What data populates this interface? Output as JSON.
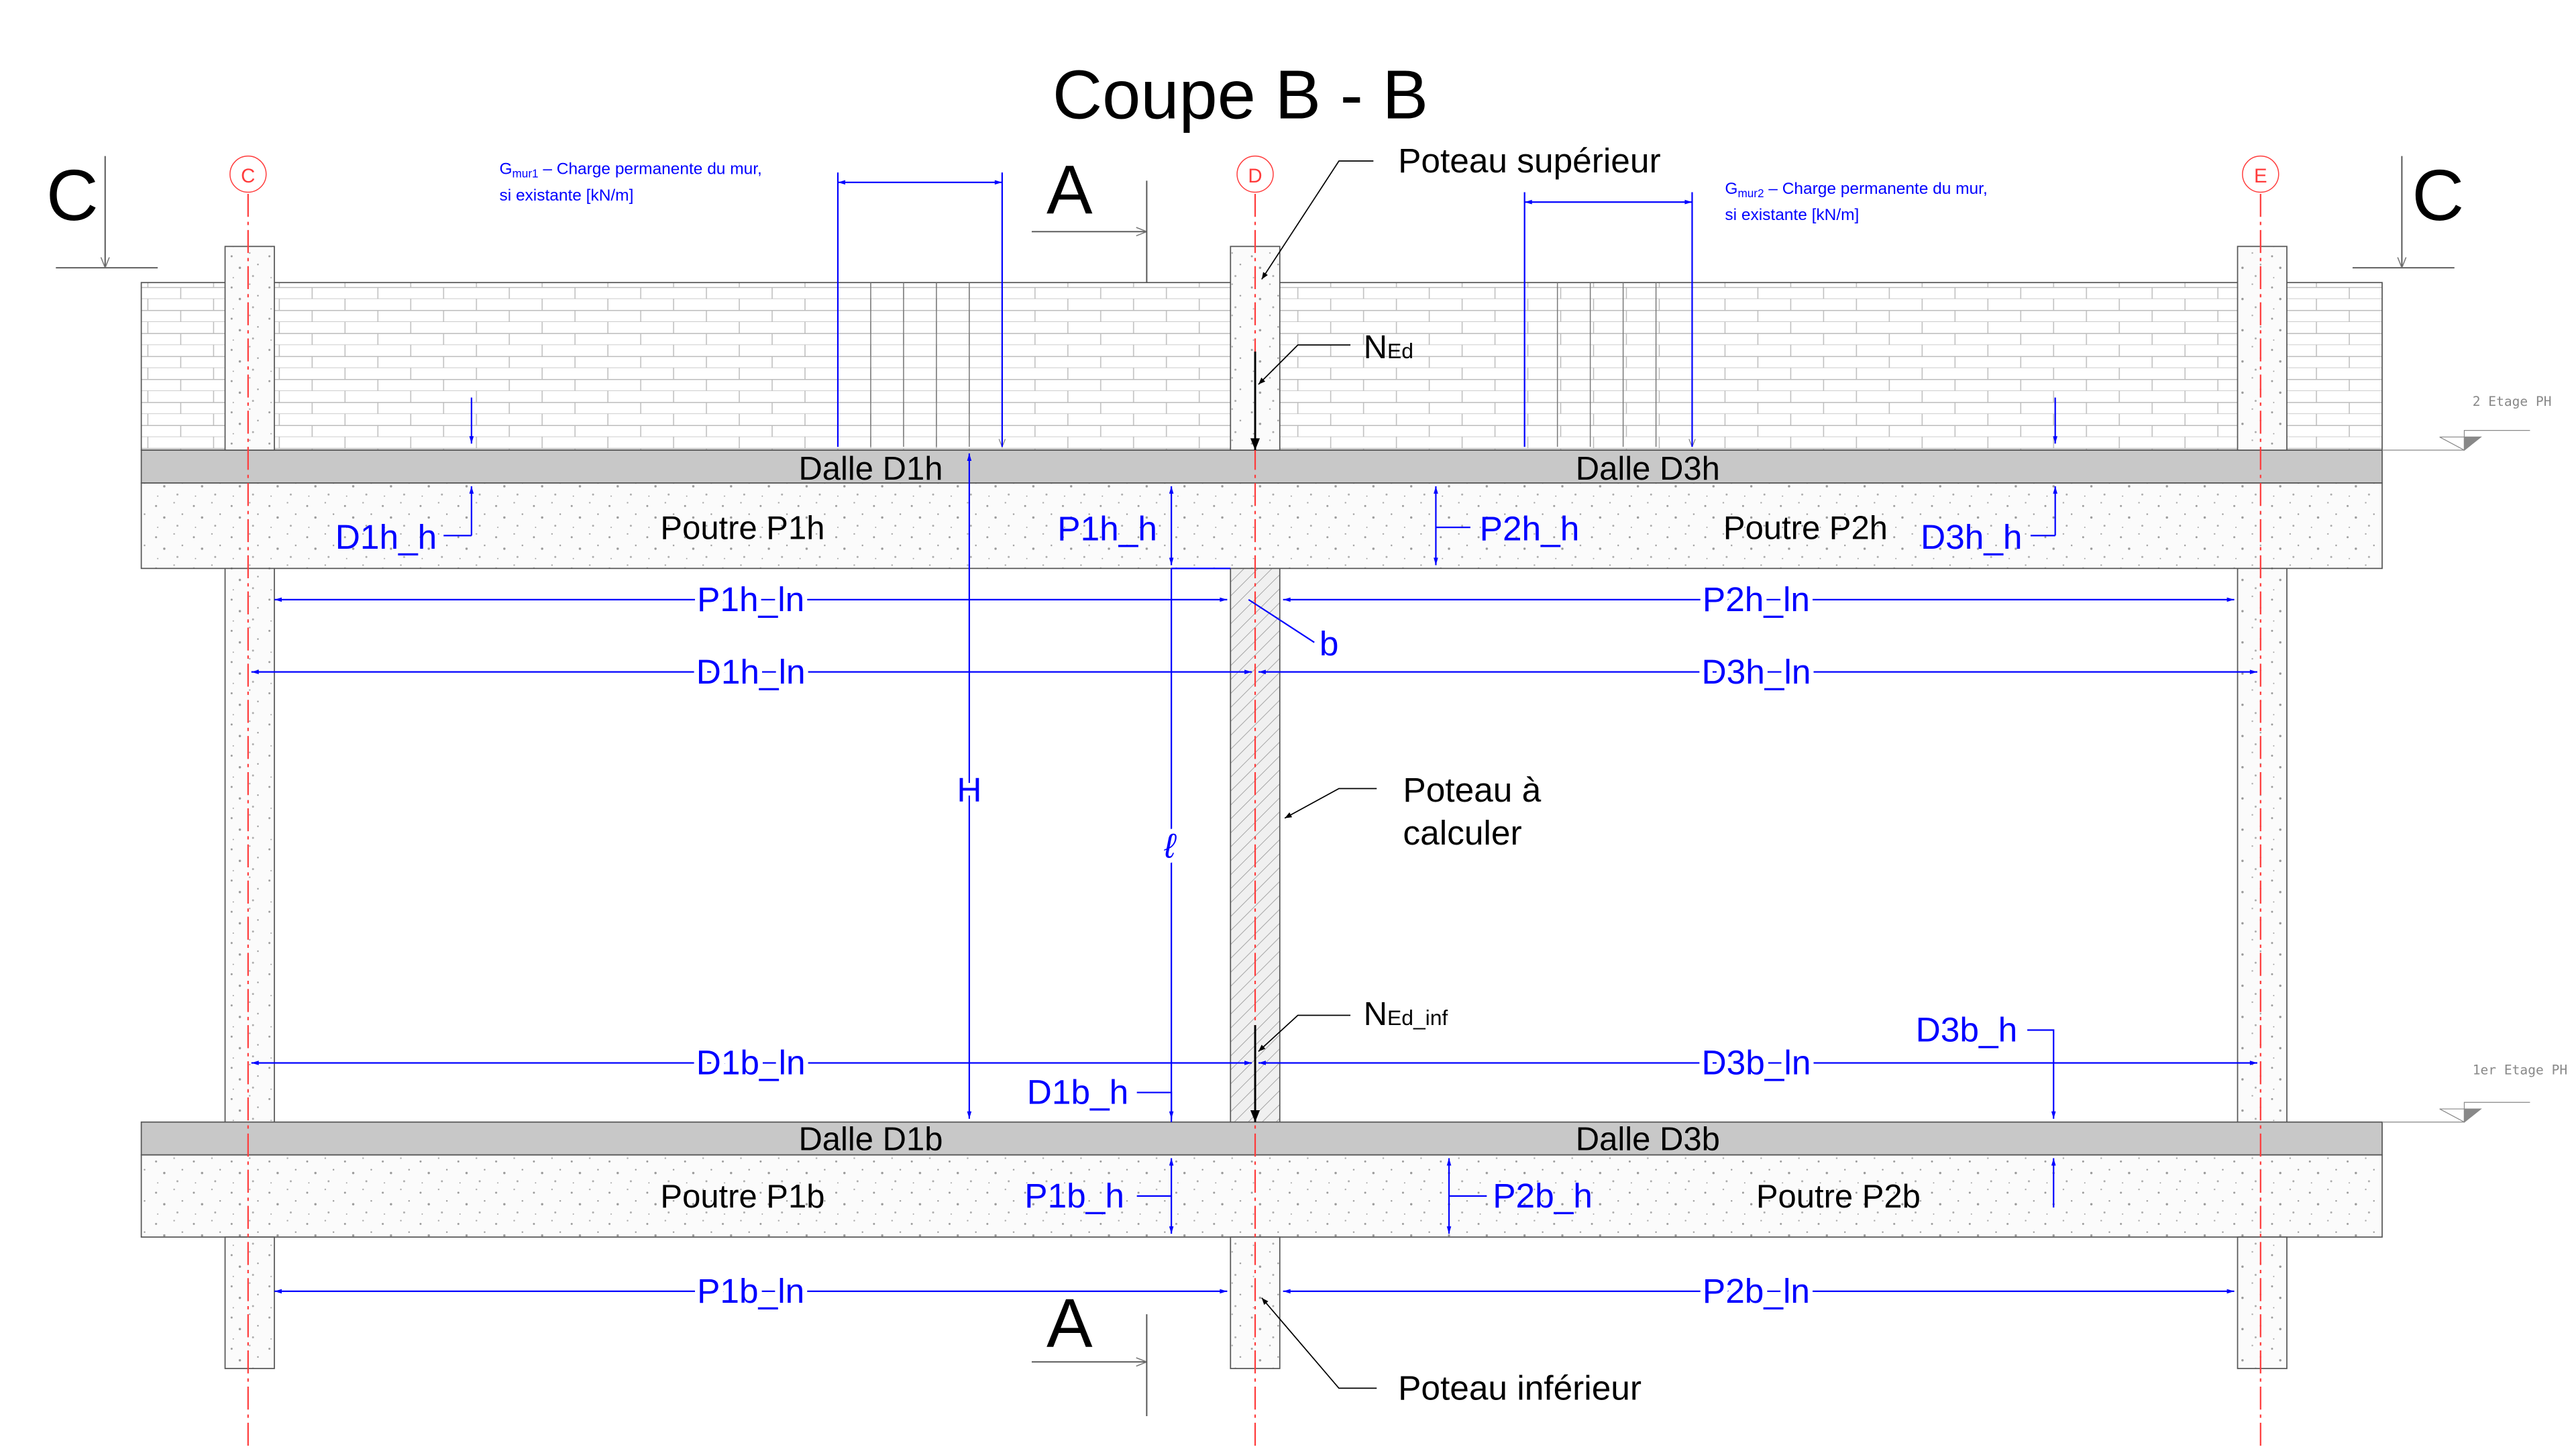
{
  "title": "Coupe B - B",
  "axes": [
    "C",
    "D",
    "E"
  ],
  "section_marks": {
    "c_left": "C",
    "c_right": "C",
    "a_top": "A",
    "a_bottom": "A"
  },
  "levels": {
    "upper": "2 Etage PH",
    "lower": "1er Etage PH"
  },
  "wall_loads": {
    "g1_symbol": "G",
    "g1_sub": "mur1",
    "g1_text": " – Charge permanente du mur,",
    "g1_line2": "si existante [kN/m]",
    "g2_symbol": "G",
    "g2_sub": "mur2",
    "g2_text": " – Charge permanente du mur,",
    "g2_line2": "si existante [kN/m]"
  },
  "callouts": {
    "poteau_sup": "Poteau supérieur",
    "poteau_calc_1": "Poteau à",
    "poteau_calc_2": "calculer",
    "poteau_inf": "Poteau inférieur",
    "ned": "N",
    "ned_sub": "Ed",
    "ned_inf": "N",
    "ned_inf_sub": "Ed_inf"
  },
  "elements": {
    "dalle_d1h": "Dalle D1h",
    "dalle_d3h": "Dalle D3h",
    "poutre_p1h": "Poutre P1h",
    "poutre_p2h": "Poutre P2h",
    "dalle_d1b": "Dalle D1b",
    "dalle_d3b": "Dalle D3b",
    "poutre_p1b": "Poutre P1b",
    "poutre_p2b": "Poutre P2b"
  },
  "dimensions": {
    "d1h_h": "D1h_h",
    "p1h_h": "P1h_h",
    "p2h_h": "P2h_h",
    "d3h_h": "D3h_h",
    "p1h_ln": "P1h_ln",
    "p2h_ln": "P2h_ln",
    "b": "b",
    "d1h_ln": "D1h_ln",
    "d3h_ln": "D3h_ln",
    "H": "H",
    "l": "ℓ",
    "d1b_ln": "D1b_ln",
    "d3b_ln": "D3b_ln",
    "d3b_h": "D3b_h",
    "d1b_h": "D1b_h",
    "p1b_h": "P1b_h",
    "p2b_h": "P2b_h",
    "p1b_ln": "P1b_ln",
    "p2b_ln": "P2b_ln"
  },
  "colors": {
    "dimension": "#0000ff",
    "axis": "#ff3b3b",
    "slab": "#c8c8c8"
  }
}
